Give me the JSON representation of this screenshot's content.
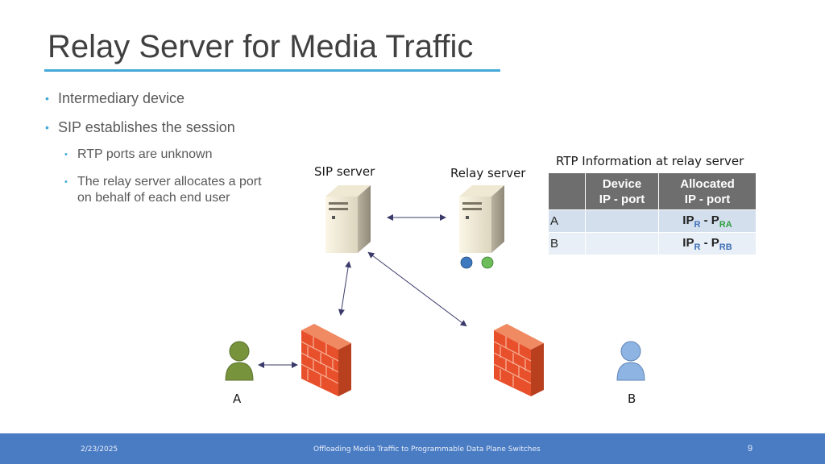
{
  "slide": {
    "title": "Relay Server for Media Traffic",
    "bullets": [
      {
        "level": 1,
        "text": "Intermediary device"
      },
      {
        "level": 1,
        "text": "SIP establishes the session"
      },
      {
        "level": 2,
        "text": "RTP ports are unknown"
      },
      {
        "level": 2,
        "lines": [
          "The relay server allocates a port",
          "on behalf of each end user"
        ]
      }
    ]
  },
  "diagram": {
    "sip_server_label": "SIP server",
    "relay_server_label": "Relay server",
    "user_a_label": "A",
    "user_b_label": "B",
    "user_a_color": "#77933c",
    "user_b_color": "#8eb4e3",
    "relay_dot_colors": [
      "#3d79be",
      "#6dbd5a"
    ],
    "firewall_color": "#e8502c"
  },
  "rtp_table": {
    "caption": "RTP Information at relay server",
    "headers": [
      "",
      "Device\nIP - port",
      "Allocated\nIP - port"
    ],
    "rows": [
      {
        "device": "A",
        "device_ip_port": "",
        "allocated": {
          "ip": "IP",
          "ip_sub": "R",
          "sep": " - ",
          "port": "P",
          "port_sub": "RA",
          "sub_color": "#2e9e3e"
        }
      },
      {
        "device": "B",
        "device_ip_port": "",
        "allocated": {
          "ip": "IP",
          "ip_sub": "R",
          "sep": " - ",
          "port": "P",
          "port_sub": "RB",
          "sub_color": "#3f6fb6"
        }
      }
    ]
  },
  "footer": {
    "date": "2/23/2025",
    "title": "Offloading Media Traffic to Programmable Data Plane Switches",
    "page": "9"
  }
}
